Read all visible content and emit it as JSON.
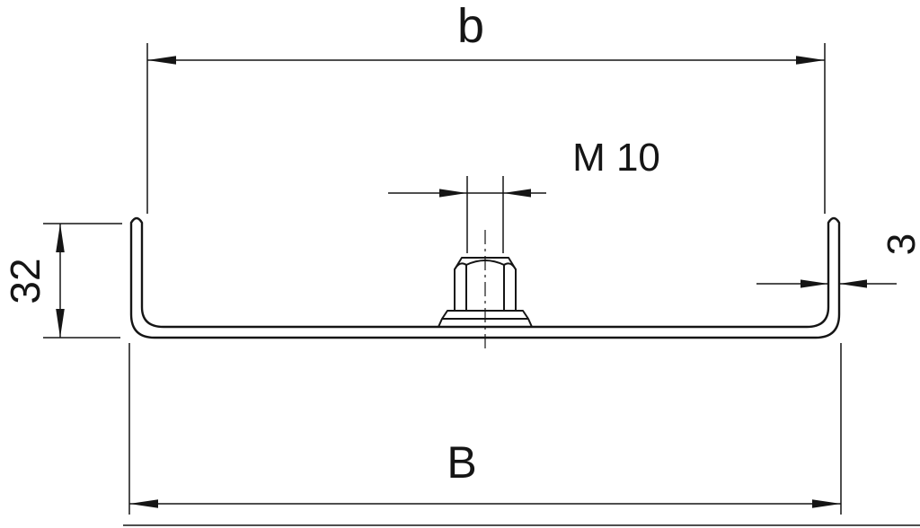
{
  "colors": {
    "background_color": "#ffffff",
    "line_color": "#151515"
  },
  "labels": {
    "top_width": "b",
    "thread_size": "M 10",
    "flange_height": "32",
    "material_thickness": "3",
    "overall_width": "B"
  }
}
